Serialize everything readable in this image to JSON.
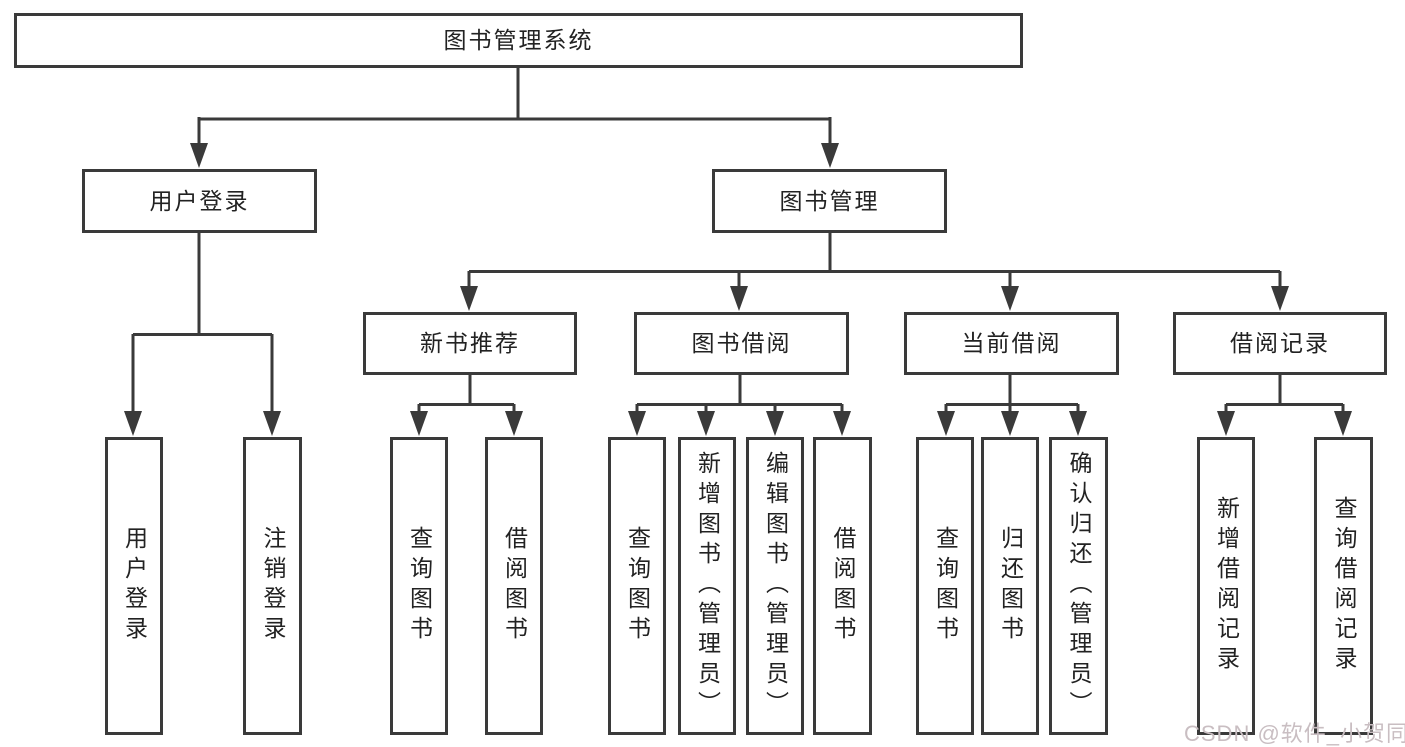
{
  "diagram": {
    "root_label": "图书管理系统",
    "level2": {
      "user_login": "用户登录",
      "book_mgmt": "图书管理"
    },
    "level3": {
      "new_books": "新书推荐",
      "book_borrow": "图书借阅",
      "current_borrow": "当前借阅",
      "borrow_records": "借阅记录"
    },
    "leaves": {
      "user_login": [
        "用户登录",
        "注销登录"
      ],
      "new_books": [
        "查询图书",
        "借阅图书"
      ],
      "book_borrow": [
        "查询图书",
        "新增图书（管理员）",
        "编辑图书（管理员）",
        "借阅图书"
      ],
      "current_borrow": [
        "查询图书",
        "归还图书",
        "确认归还（管理员）"
      ],
      "borrow_records": [
        "新增借阅记录",
        "查询借阅记录"
      ]
    }
  },
  "watermark": "CSDN @软件_小贺同学",
  "colors": {
    "line": "#3a3a3a",
    "box_border": "#3a3a3a",
    "text": "#222222",
    "watermark": "#c9bec2",
    "background": "#ffffff"
  }
}
